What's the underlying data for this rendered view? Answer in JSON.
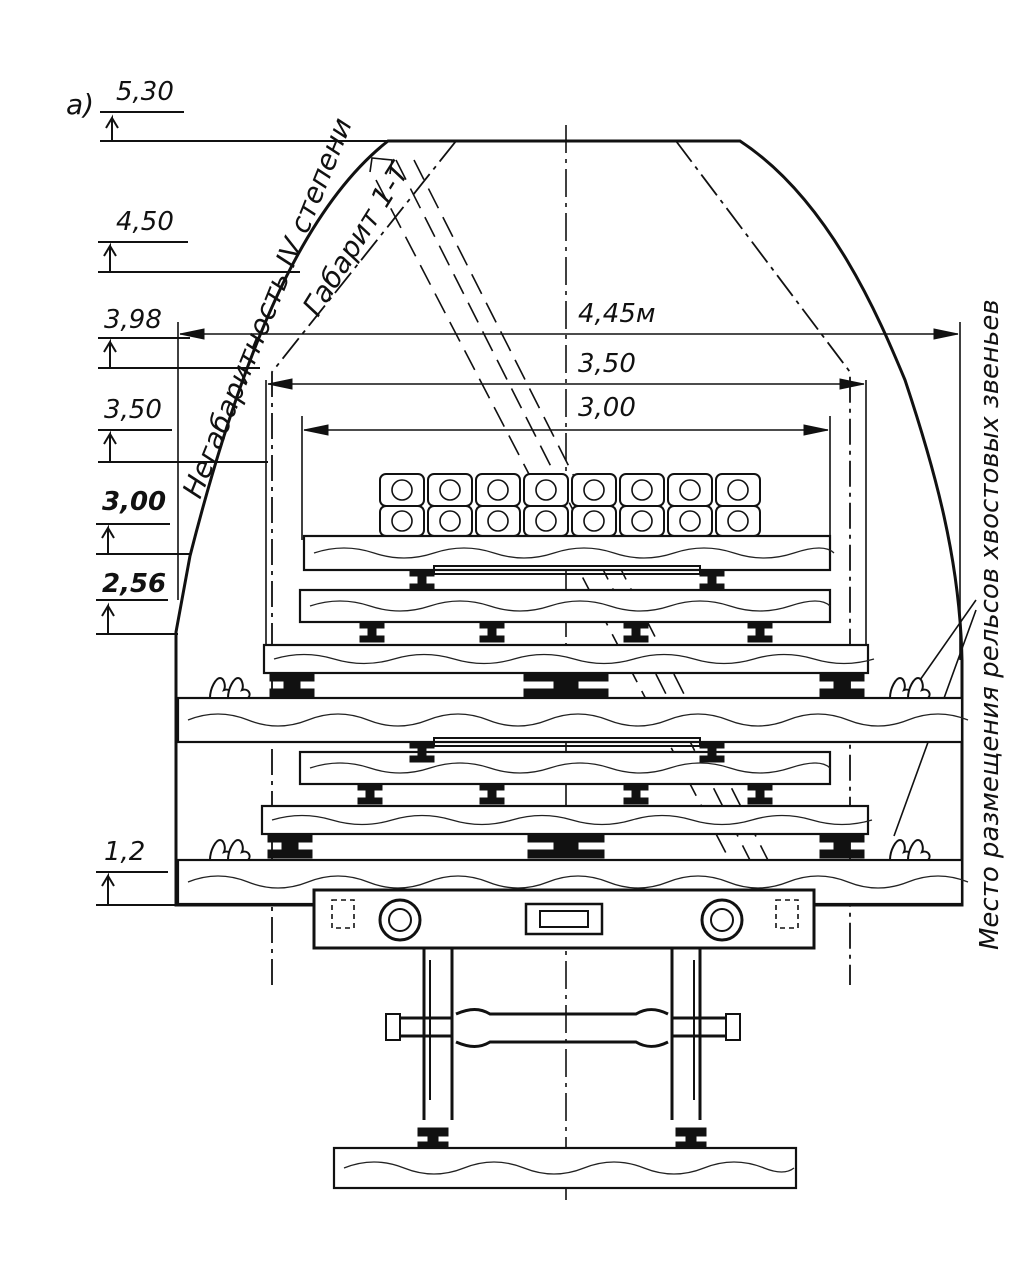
{
  "figure": {
    "panel_label": "а)",
    "levels": [
      "5,30",
      "4,50",
      "3,98",
      "3,50",
      "3,00",
      "2,56",
      "1,2"
    ],
    "dimensions": {
      "outer_width": "4,45м",
      "middle_width": "3,50",
      "inner_width": "3,00"
    },
    "annotations": {
      "oversize": "Негабаритность IV степени",
      "gauge": "Габарит 1-Т",
      "rail_placement": "Место размещения рельсов хвостовых звеньев"
    }
  }
}
